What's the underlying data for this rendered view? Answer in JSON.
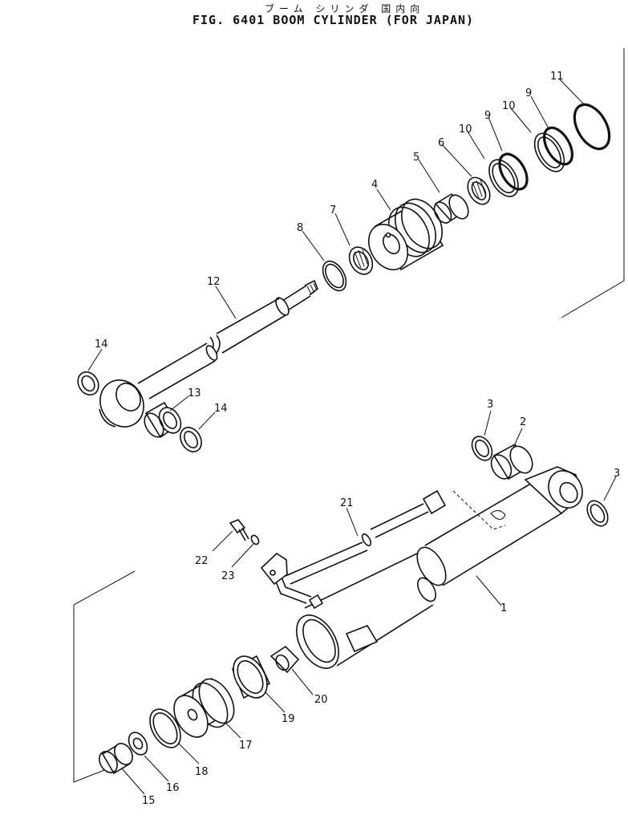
{
  "header": {
    "jp_title": "ブーム シリンダ 国内向",
    "fig_title": "FIG. 6401  BOOM CYLINDER (FOR JAPAN)"
  },
  "callouts": {
    "c1": "1",
    "c2": "2",
    "c3a": "3",
    "c3b": "3",
    "c4": "4",
    "c5": "5",
    "c6": "6",
    "c7": "7",
    "c8": "8",
    "c9a": "9",
    "c9b": "9",
    "c10a": "10",
    "c10b": "10",
    "c11": "11",
    "c12": "12",
    "c13": "13",
    "c14a": "14",
    "c14b": "14",
    "c15": "15",
    "c16": "16",
    "c17": "17",
    "c18": "18",
    "c19": "19",
    "c20": "20",
    "c21": "21",
    "c22": "22",
    "c23": "23"
  }
}
